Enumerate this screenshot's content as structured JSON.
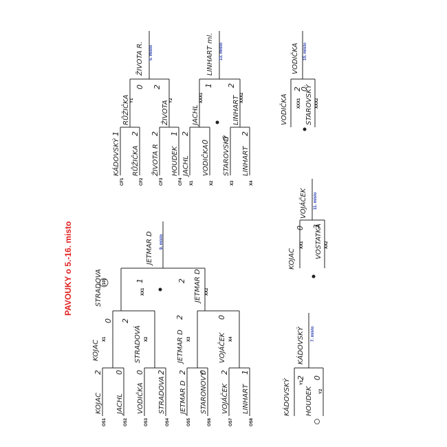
{
  "title": "PAVOUKY o 5.-16. misto",
  "places": {
    "p5": "5. místo",
    "p7": "7. místo",
    "p9": "9. místo",
    "p11": "11. místo",
    "p13": "13. místo",
    "p15": "15. místo"
  },
  "bracket_os": {
    "slots": [
      "OS1",
      "OS2",
      "OS3",
      "OS4",
      "OS5",
      "OS6",
      "OS7",
      "OS8"
    ],
    "names": [
      "KOJAC",
      "JACHL",
      "VODIČKA",
      "STRADOVA",
      "JETMAR D",
      "STARONOVY",
      "VOJÁČEK",
      "LINHART"
    ],
    "scores": [
      "2",
      "0",
      "0",
      "2",
      "2",
      "0",
      "2",
      "1"
    ],
    "r2_slots": [
      "X1",
      "X2",
      "X3",
      "X4"
    ],
    "r2_names": [
      "KOJAC",
      "STRADOVÁ",
      "JETMAR D",
      "VOJÁČEK"
    ],
    "r2_scores": [
      "0",
      "2",
      "2",
      "0"
    ],
    "r3_slots": [
      "XX1",
      "XX2"
    ],
    "r3_names": [
      "STRADOVA",
      "JETMAR D"
    ],
    "r3_scores": [
      "1",
      "2"
    ],
    "r3_note": "(10)",
    "winner": "JETMAR D"
  },
  "bracket_y": {
    "slots": [
      "Y1",
      "Y2"
    ],
    "names": [
      "KÁDOVSKÝ",
      "HOUDEK"
    ],
    "scores": [
      "2",
      "0"
    ],
    "winner": "KÁDOVSKÝ"
  },
  "bracket_xx": {
    "slots": [
      "XX1",
      "XX2"
    ],
    "names": [
      "KOJAC",
      "VOSTATKA"
    ],
    "scores": [
      "0",
      "3"
    ],
    "winner": "VOJÁČEK"
  },
  "bracket_cf": {
    "slots": [
      "CF1",
      "CF2",
      "CF3",
      "CF4"
    ],
    "names": [
      "KÁDOVSKÝ",
      "RŮŽIČKA",
      "ŽIVOTA R",
      "HOUDEK"
    ],
    "scores": [
      "1",
      "2",
      "2",
      "1"
    ],
    "r2_slots": [
      "Y1",
      "Y2"
    ],
    "r2_names": [
      "RŮŽIČKA",
      "ŽIVOTA"
    ],
    "r2_scores": [
      "0",
      "2"
    ],
    "winner": "ŽIVOTA R."
  },
  "bracket_x": {
    "slots": [
      "X1",
      "X2",
      "X3",
      "X4"
    ],
    "names": [
      "JACHL",
      "VODIČKA",
      "STAROVSKÝ",
      "LINHART"
    ],
    "scores": [
      "2",
      "0",
      "0",
      "2"
    ],
    "r2_slots": [
      "XXX1",
      "XXX2"
    ],
    "r2_names": [
      "JACHL",
      "LINHART"
    ],
    "r2_scores": [
      "1",
      "2"
    ],
    "winner": "LINHART ml."
  },
  "bracket_xxx": {
    "slots": [
      "XXX1",
      "XXX2"
    ],
    "names": [
      "VODIČKA",
      "STAROVSKÝ"
    ],
    "scores": [
      "2",
      "0"
    ],
    "winner": "VODIČKA"
  }
}
